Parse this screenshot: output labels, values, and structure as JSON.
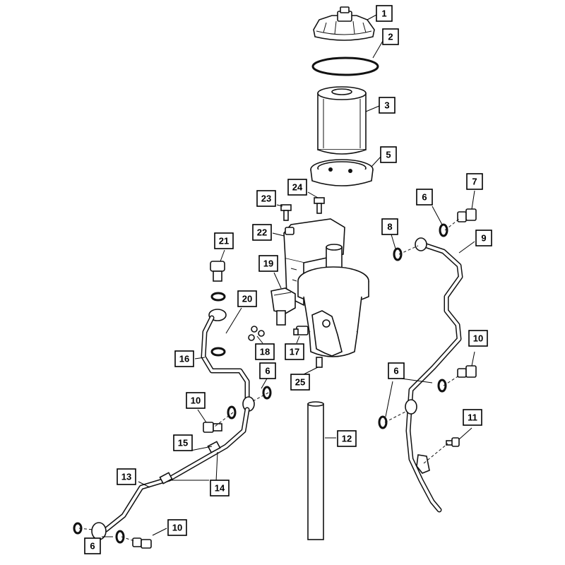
{
  "diagram": {
    "callouts": [
      {
        "id": "c1",
        "label": "1"
      },
      {
        "id": "c2",
        "label": "2"
      },
      {
        "id": "c3",
        "label": "3"
      },
      {
        "id": "c5",
        "label": "5"
      },
      {
        "id": "c24",
        "label": "24"
      },
      {
        "id": "c23",
        "label": "23"
      },
      {
        "id": "c7",
        "label": "7"
      },
      {
        "id": "c6a",
        "label": "6"
      },
      {
        "id": "c8",
        "label": "8"
      },
      {
        "id": "c9",
        "label": "9"
      },
      {
        "id": "c22",
        "label": "22"
      },
      {
        "id": "c21",
        "label": "21"
      },
      {
        "id": "c19",
        "label": "19"
      },
      {
        "id": "c20",
        "label": "20"
      },
      {
        "id": "c18",
        "label": "18"
      },
      {
        "id": "c17",
        "label": "17"
      },
      {
        "id": "c16",
        "label": "16"
      },
      {
        "id": "c6b",
        "label": "6"
      },
      {
        "id": "c25",
        "label": "25"
      },
      {
        "id": "c10a",
        "label": "10"
      },
      {
        "id": "c6c",
        "label": "6"
      },
      {
        "id": "c10b",
        "label": "10"
      },
      {
        "id": "c11",
        "label": "11"
      },
      {
        "id": "c12",
        "label": "12"
      },
      {
        "id": "c15",
        "label": "15"
      },
      {
        "id": "c13",
        "label": "13"
      },
      {
        "id": "c14",
        "label": "14"
      },
      {
        "id": "c6d",
        "label": "6"
      },
      {
        "id": "c10c",
        "label": "10"
      }
    ]
  }
}
